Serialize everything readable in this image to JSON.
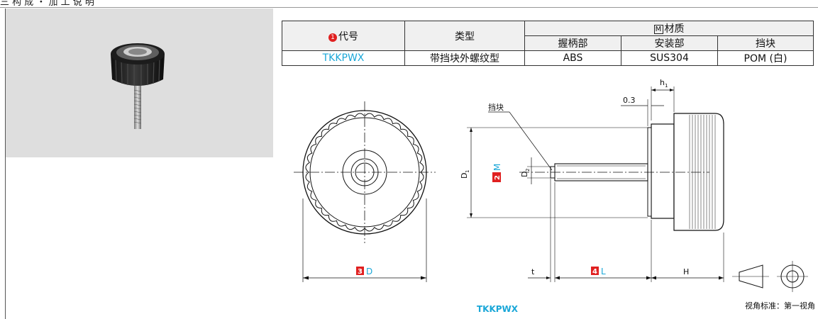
{
  "heading": "三 构 成 ・ 加 工 说 明",
  "table": {
    "code_header": "代号",
    "code_header_num": "1",
    "type_header": "类型",
    "material_header": "材质",
    "material_header_box": "M",
    "sub_headers": [
      "握柄部",
      "安装部",
      "挡块"
    ],
    "row": {
      "code": "TKKPWX",
      "type": "带挡块外螺纹型",
      "grip": "ABS",
      "mount": "SUS304",
      "stopper": "POM (白)"
    }
  },
  "drawing": {
    "stopper_label": "挡块",
    "h1_label": "h",
    "h1_sub": "1",
    "gap_value": "0.3",
    "D1_label": "D",
    "D1_sub": "1",
    "D2_label": "D",
    "D2_sub": "2",
    "M_num": "2",
    "M_label": "M",
    "D_num": "3",
    "D_label": "D",
    "L_num": "4",
    "L_label": "L",
    "t_label": "t",
    "H_label": "H",
    "caption": "TKKPWX",
    "projection_note": "视角标准：第一视角"
  },
  "colors": {
    "accent_blue": "#1aa7d8",
    "badge_red": "#e02020"
  }
}
